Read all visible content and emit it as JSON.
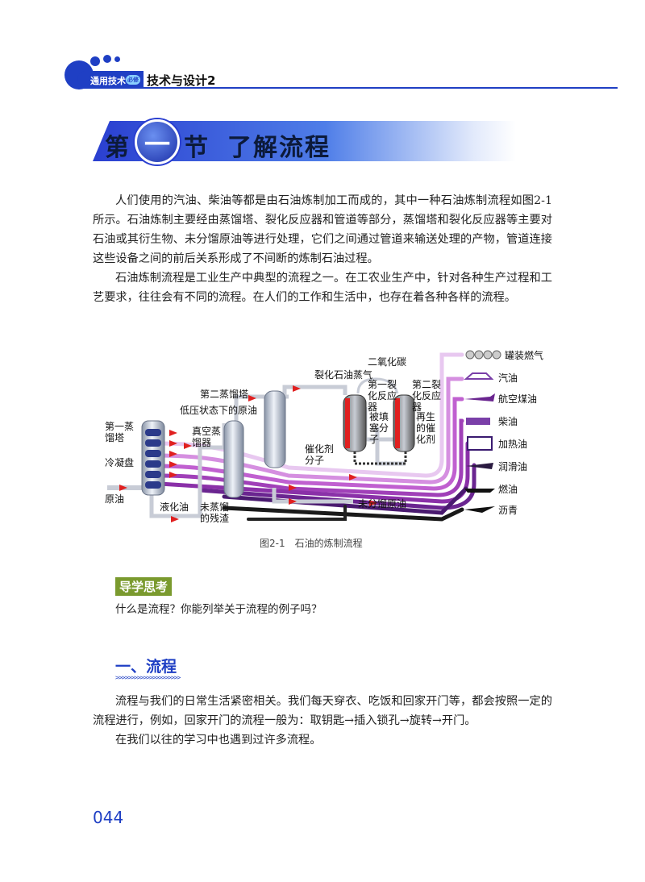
{
  "header": {
    "series": "通用技术",
    "badge": "必修",
    "book": "技术与设计2"
  },
  "section": {
    "prefix": "第",
    "number": "一",
    "suffix": "节",
    "title": "了解流程"
  },
  "paragraphs": [
    "人们使用的汽油、柴油等都是由石油炼制加工而成的，其中一种石油炼制流程如图2-1所示。石油炼制主要经由蒸馏塔、裂化反应器和管道等部分，蒸馏塔和裂化反应器等主要对石油或其衍生物、未分馏原油等进行处理，它们之间通过管道来输送处理的产物，管道连接这些设备之间的前后关系形成了不间断的炼制石油过程。",
    "石油炼制流程是工业生产中典型的流程之一。在工农业生产中，针对各种生产过程和工艺要求，往往会有不同的流程。在人们的工作和生活中，也存在着各种各样的流程。"
  ],
  "figure": {
    "labels": {
      "tower1": "第一蒸\n馏塔",
      "condenser": "冷凝盘",
      "crude": "原油",
      "liquefied": "液化油",
      "vacuum_tower": "真空蒸\n馏器",
      "low_pressure": "低压状态下的原油",
      "tower2": "第二蒸馏塔",
      "residue": "未蒸馏\n的残渣",
      "cracked_vapor": "裂化石油蒸气",
      "co2": "二氧化碳",
      "reactor1": "第一裂\n化反应\n器",
      "reactor2": "第二裂\n化反应\n器",
      "blocked": "被填\n塞分\n子",
      "catalyst_regen": "再生\n的催\n化剂",
      "catalyst_mol": "催化剂\n分子",
      "unfractionated": "未分馏原油"
    },
    "products": [
      "罐装燃气",
      "汽油",
      "航空煤油",
      "柴油",
      "加热油",
      "润滑油",
      "燃油",
      "沥青"
    ],
    "caption": "图2-1　石油的炼制流程"
  },
  "guide": {
    "title": "导学思考",
    "question": "什么是流程？你能列举关于流程的例子吗？"
  },
  "subsection": {
    "title": "一、流程",
    "deco": ">>>>>>>>>>>>>>>>>>>>>",
    "paragraphs": [
      "流程与我们的日常生活紧密相关。我们每天穿衣、吃饭和回家开门等，都会按照一定的流程进行，例如，回家开门的流程一般为：取钥匙→插入锁孔→旋转→开门。",
      "在我们以往的学习中也遇到过许多流程。"
    ]
  },
  "page_number": "044",
  "colors": {
    "accent": "#1f3fc4",
    "guide": "#7a9a2e",
    "pipe_purple": "#b03fc0",
    "arrow_red": "#e02020"
  }
}
